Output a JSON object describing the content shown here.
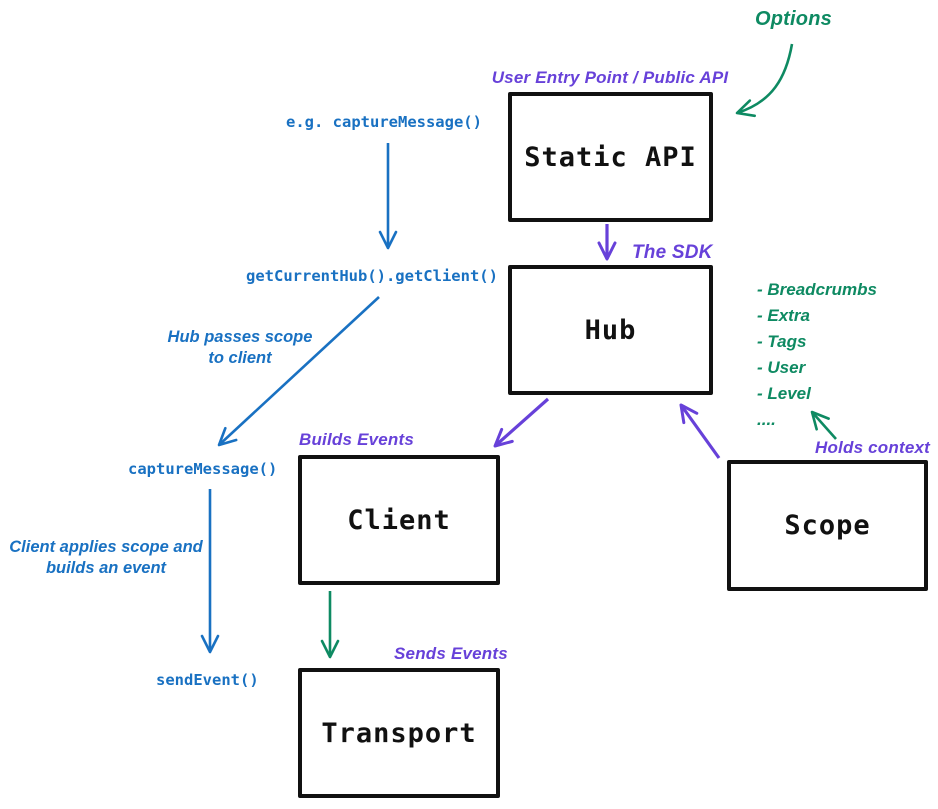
{
  "colors": {
    "blue": "#1971c2",
    "green": "#0e8a62",
    "purple": "#6741d9",
    "ink": "#111111",
    "bg": "#ffffff"
  },
  "boxes": {
    "static_api": {
      "label": "Static API"
    },
    "hub": {
      "label": "Hub"
    },
    "client": {
      "label": "Client"
    },
    "scope": {
      "label": "Scope"
    },
    "transport": {
      "label": "Transport"
    }
  },
  "purple_labels": {
    "user_entry": "User Entry Point / Public API",
    "the_sdk": "The SDK",
    "builds_events": "Builds Events",
    "sends_events": "Sends Events",
    "holds_context": "Holds context"
  },
  "green_labels": {
    "options": "Options",
    "scope_items": [
      "- Breadcrumbs",
      "- Extra",
      "- Tags",
      "- User",
      "- Level",
      "...."
    ]
  },
  "blue_labels": {
    "example_call": "e.g. captureMessage()",
    "get_client": "getCurrentHub().getClient()",
    "hub_passes_line1": "Hub passes scope",
    "hub_passes_line2": "to client",
    "capture_message": "captureMessage()",
    "applies_line1": "Client applies scope and",
    "applies_line2": "builds an event",
    "send_event": "sendEvent()"
  }
}
